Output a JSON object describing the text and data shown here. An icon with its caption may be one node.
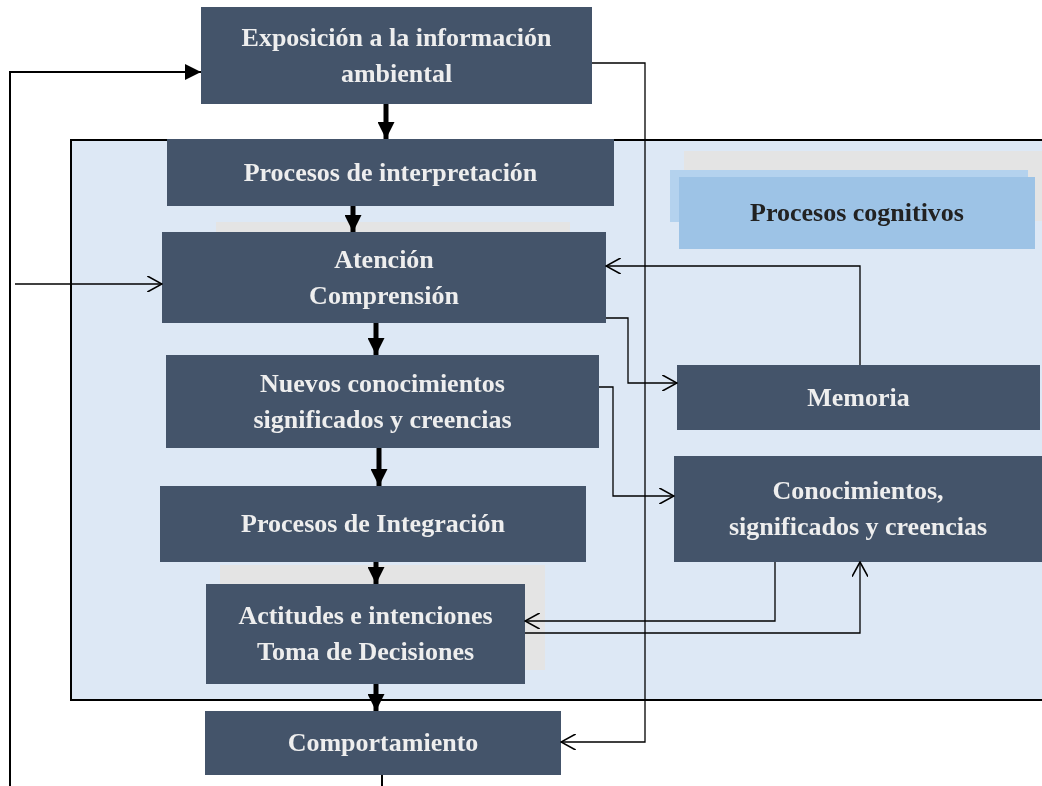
{
  "diagram": {
    "nodes": [
      {
        "text": [
          "Exposición a la información ambiental"
        ]
      },
      {
        "text": [],
        "shape": "box"
      },
      {
        "text": [
          "Procesos de interpretación"
        ],
        "in": 1
      },
      {
        "text": [
          "Procesos cognitivos"
        ],
        "in": 1
      },
      {
        "text": [
          "Atención",
          "Comprensión"
        ],
        "in": 1
      },
      {
        "text": [
          "Memoria"
        ],
        "in": 1
      },
      {
        "text": [
          "Nuevos conocimientos significados y creencias"
        ],
        "in": 1
      },
      {
        "text": [
          "Conocimientos, significados y creencias"
        ],
        "in": 1
      },
      {
        "text": [
          "Procesos de Integración"
        ],
        "in": 1
      },
      {
        "text": [
          "Actitudes e intenciones",
          "Toma de Decisiones"
        ],
        "in": 1
      },
      {
        "text": [
          "Comportamiento"
        ]
      }
    ],
    "edges": [
      {
        "from": 0,
        "to": 2,
        "arrow": "to",
        "style": "thick"
      },
      {
        "from": 2,
        "to": 4,
        "arrow": "to",
        "style": "thick"
      },
      {
        "from": 4,
        "to": 6,
        "arrow": "to",
        "style": "thick"
      },
      {
        "from": 6,
        "to": 8,
        "arrow": "to",
        "style": "thick"
      },
      {
        "from": 8,
        "to": 9,
        "arrow": "to",
        "style": "thick"
      },
      {
        "from": 9,
        "to": 10,
        "arrow": "to",
        "style": "thick"
      },
      {
        "from": 10,
        "to": 0,
        "arrow": "to"
      },
      {
        "from": 0,
        "to": 10,
        "arrow": "to"
      },
      {
        "from": null,
        "to": 4,
        "arrow": "to"
      },
      {
        "from": 5,
        "to": 4,
        "arrow": "to"
      },
      {
        "from": 4,
        "to": 5,
        "arrow": "to"
      },
      {
        "from": 6,
        "to": 7,
        "arrow": "to"
      },
      {
        "from": 7,
        "to": 9,
        "arrow": "to"
      },
      {
        "from": 9,
        "to": 7,
        "arrow": "to"
      }
    ]
  }
}
